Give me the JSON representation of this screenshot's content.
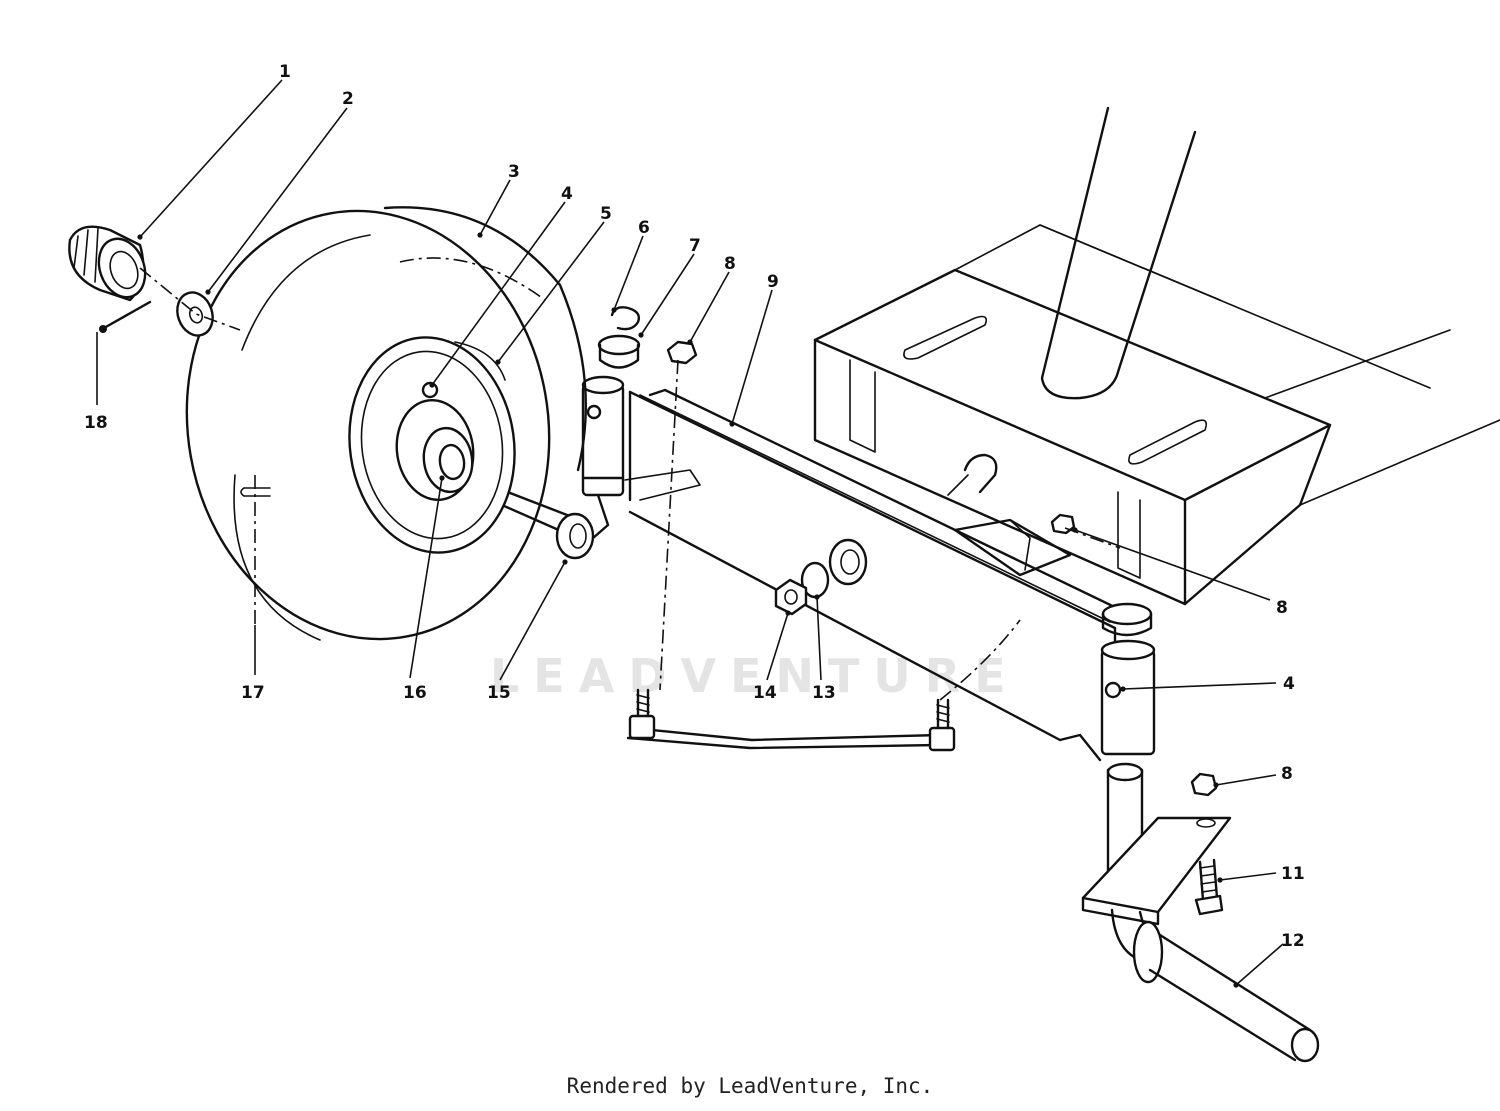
{
  "watermark": {
    "text": "LEADVENTURE"
  },
  "footer": {
    "text": "Rendered by LeadVenture, Inc."
  },
  "callouts": [
    {
      "id": "c1",
      "label": "1"
    },
    {
      "id": "c2",
      "label": "2"
    },
    {
      "id": "c3",
      "label": "3"
    },
    {
      "id": "c4a",
      "label": "4"
    },
    {
      "id": "c5",
      "label": "5"
    },
    {
      "id": "c6",
      "label": "6"
    },
    {
      "id": "c7",
      "label": "7"
    },
    {
      "id": "c8a",
      "label": "8"
    },
    {
      "id": "c9",
      "label": "9"
    },
    {
      "id": "c18",
      "label": "18"
    },
    {
      "id": "c8b",
      "label": "8"
    },
    {
      "id": "c4b",
      "label": "4"
    },
    {
      "id": "c8c",
      "label": "8"
    },
    {
      "id": "c11",
      "label": "11"
    },
    {
      "id": "c12",
      "label": "12"
    },
    {
      "id": "c17",
      "label": "17"
    },
    {
      "id": "c16",
      "label": "16"
    },
    {
      "id": "c15",
      "label": "15"
    },
    {
      "id": "c14",
      "label": "14"
    },
    {
      "id": "c13",
      "label": "13"
    }
  ]
}
